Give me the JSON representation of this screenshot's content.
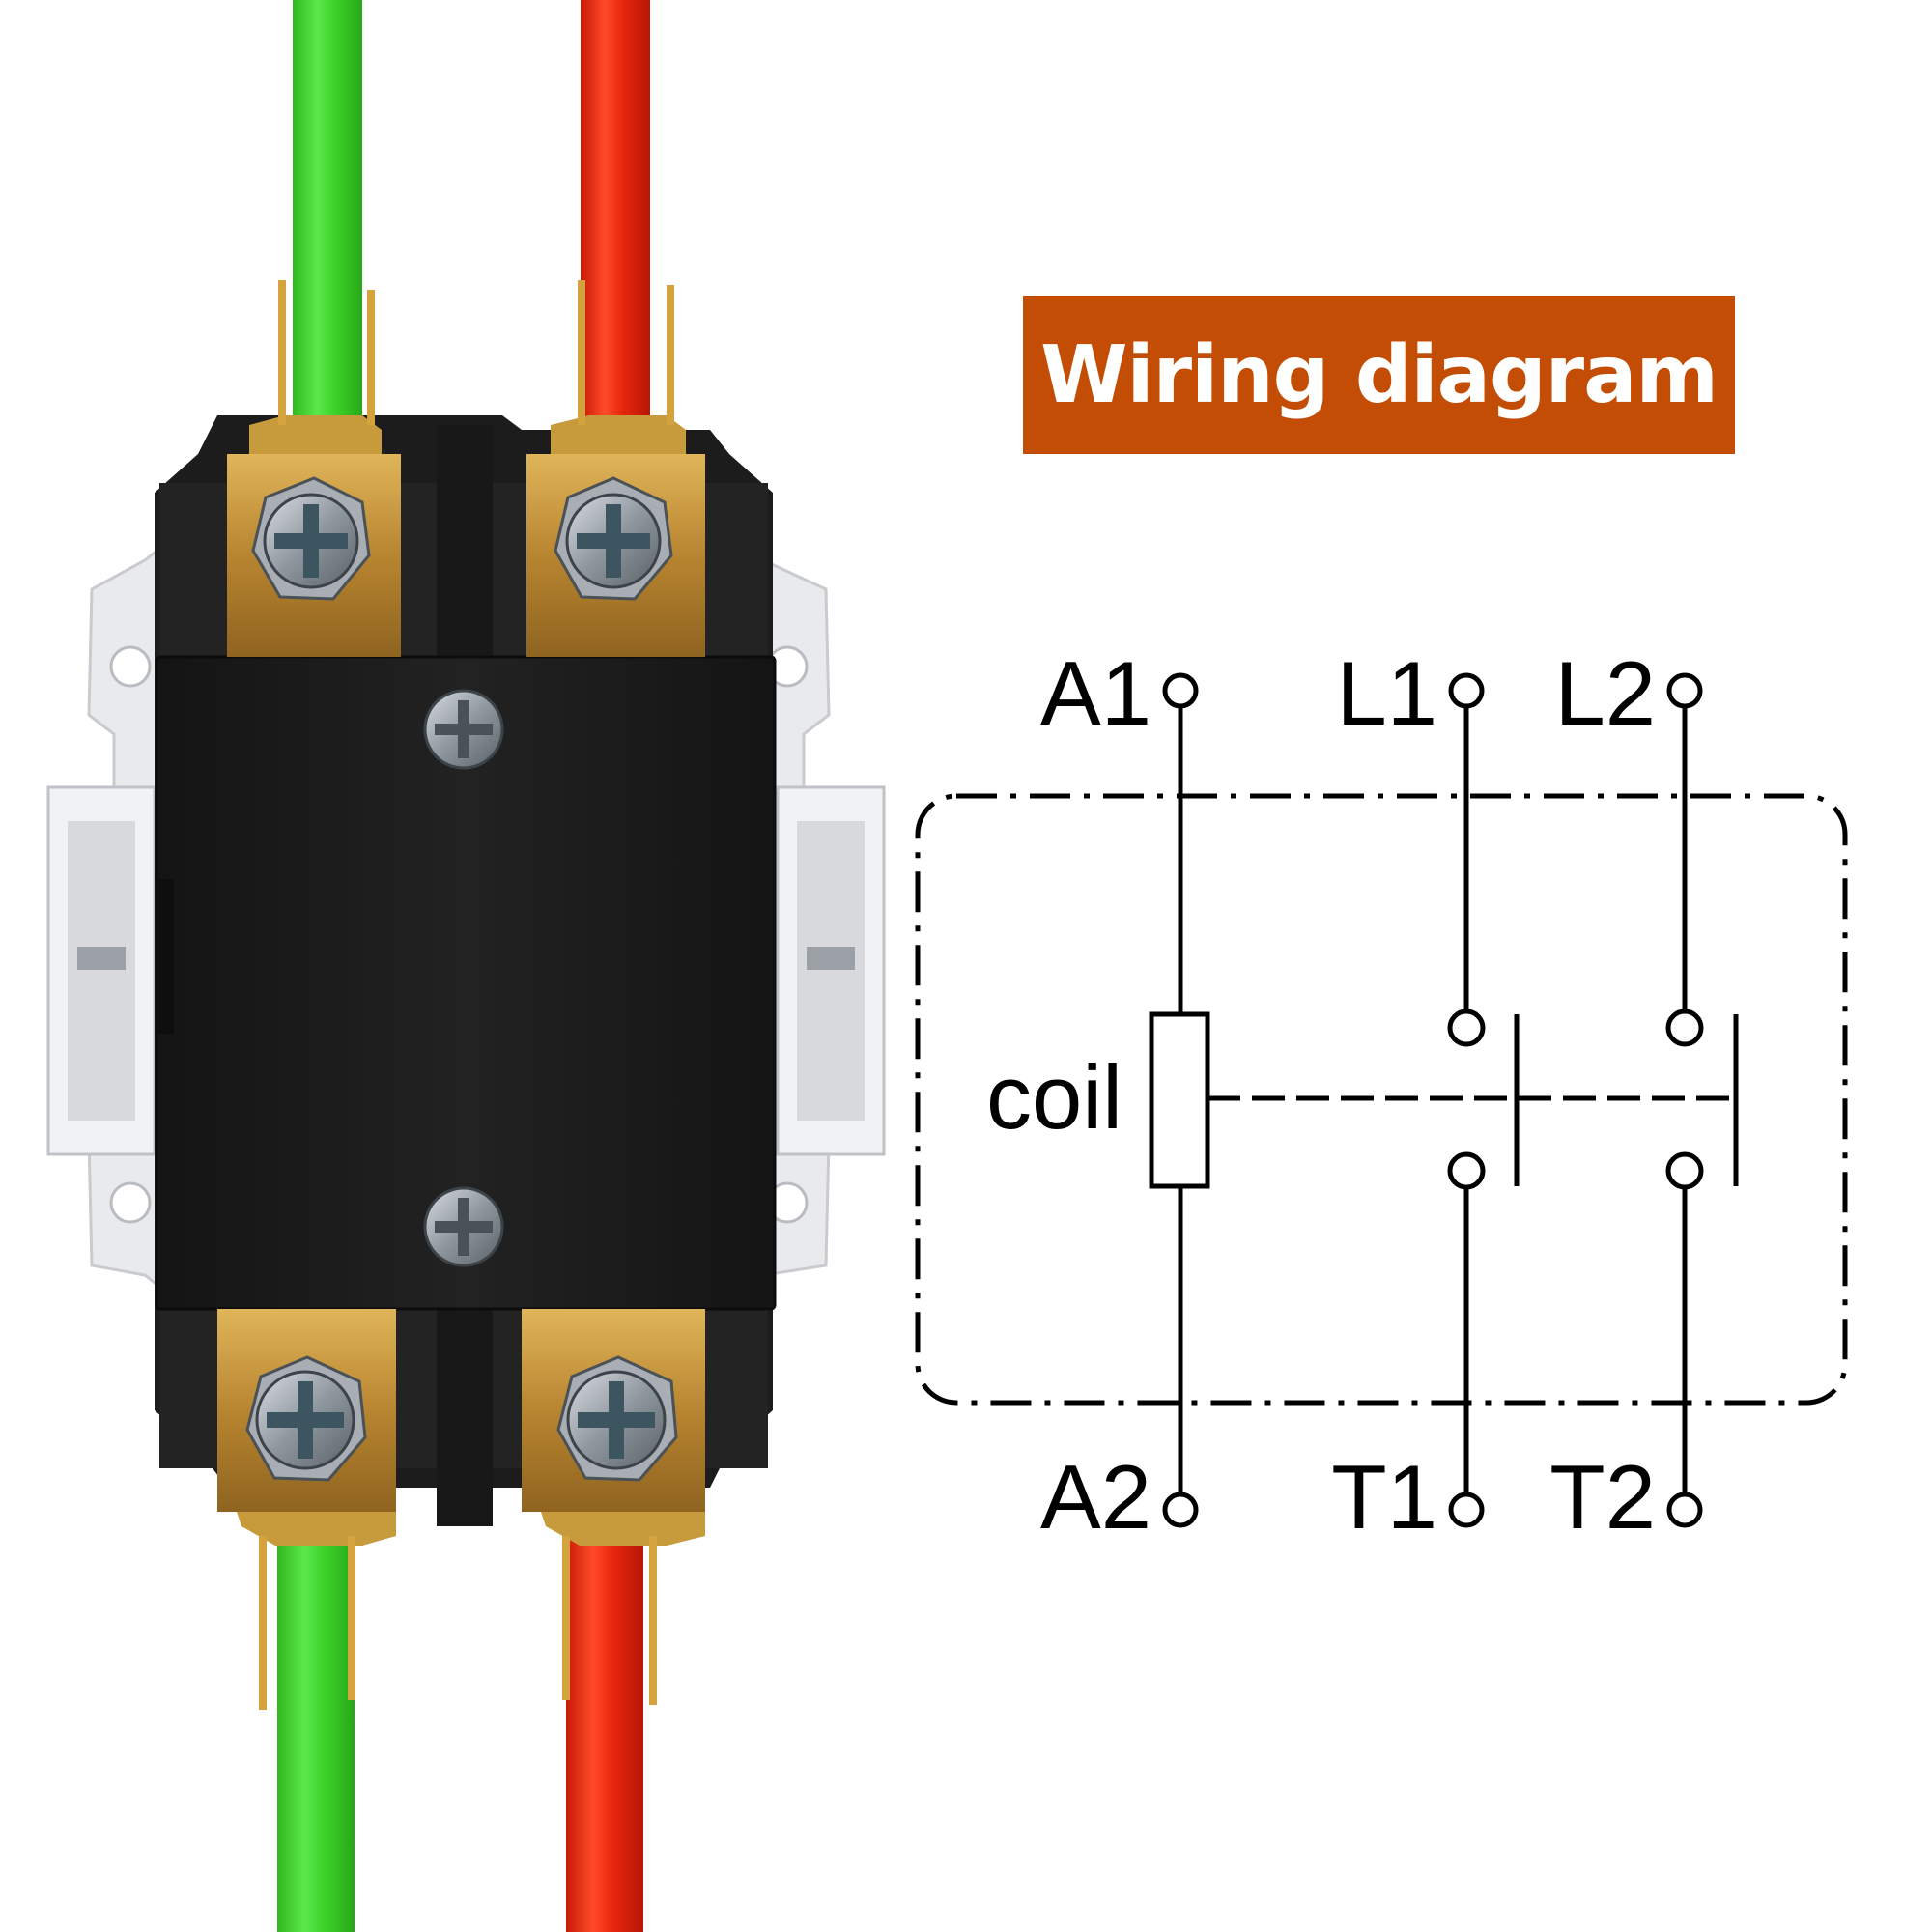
{
  "banner": {
    "title": "Wiring diagram"
  },
  "diagram": {
    "terminals": {
      "a1": "A1",
      "l1": "L1",
      "l2": "L2",
      "a2": "A2",
      "t1": "T1",
      "t2": "T2"
    },
    "coil_label": "coil"
  },
  "colors": {
    "banner": "#c44d05",
    "wire_green": "#3ed22a",
    "wire_red": "#e8260e",
    "housing": "#1c1c1c",
    "brass": "#c79a3c"
  }
}
